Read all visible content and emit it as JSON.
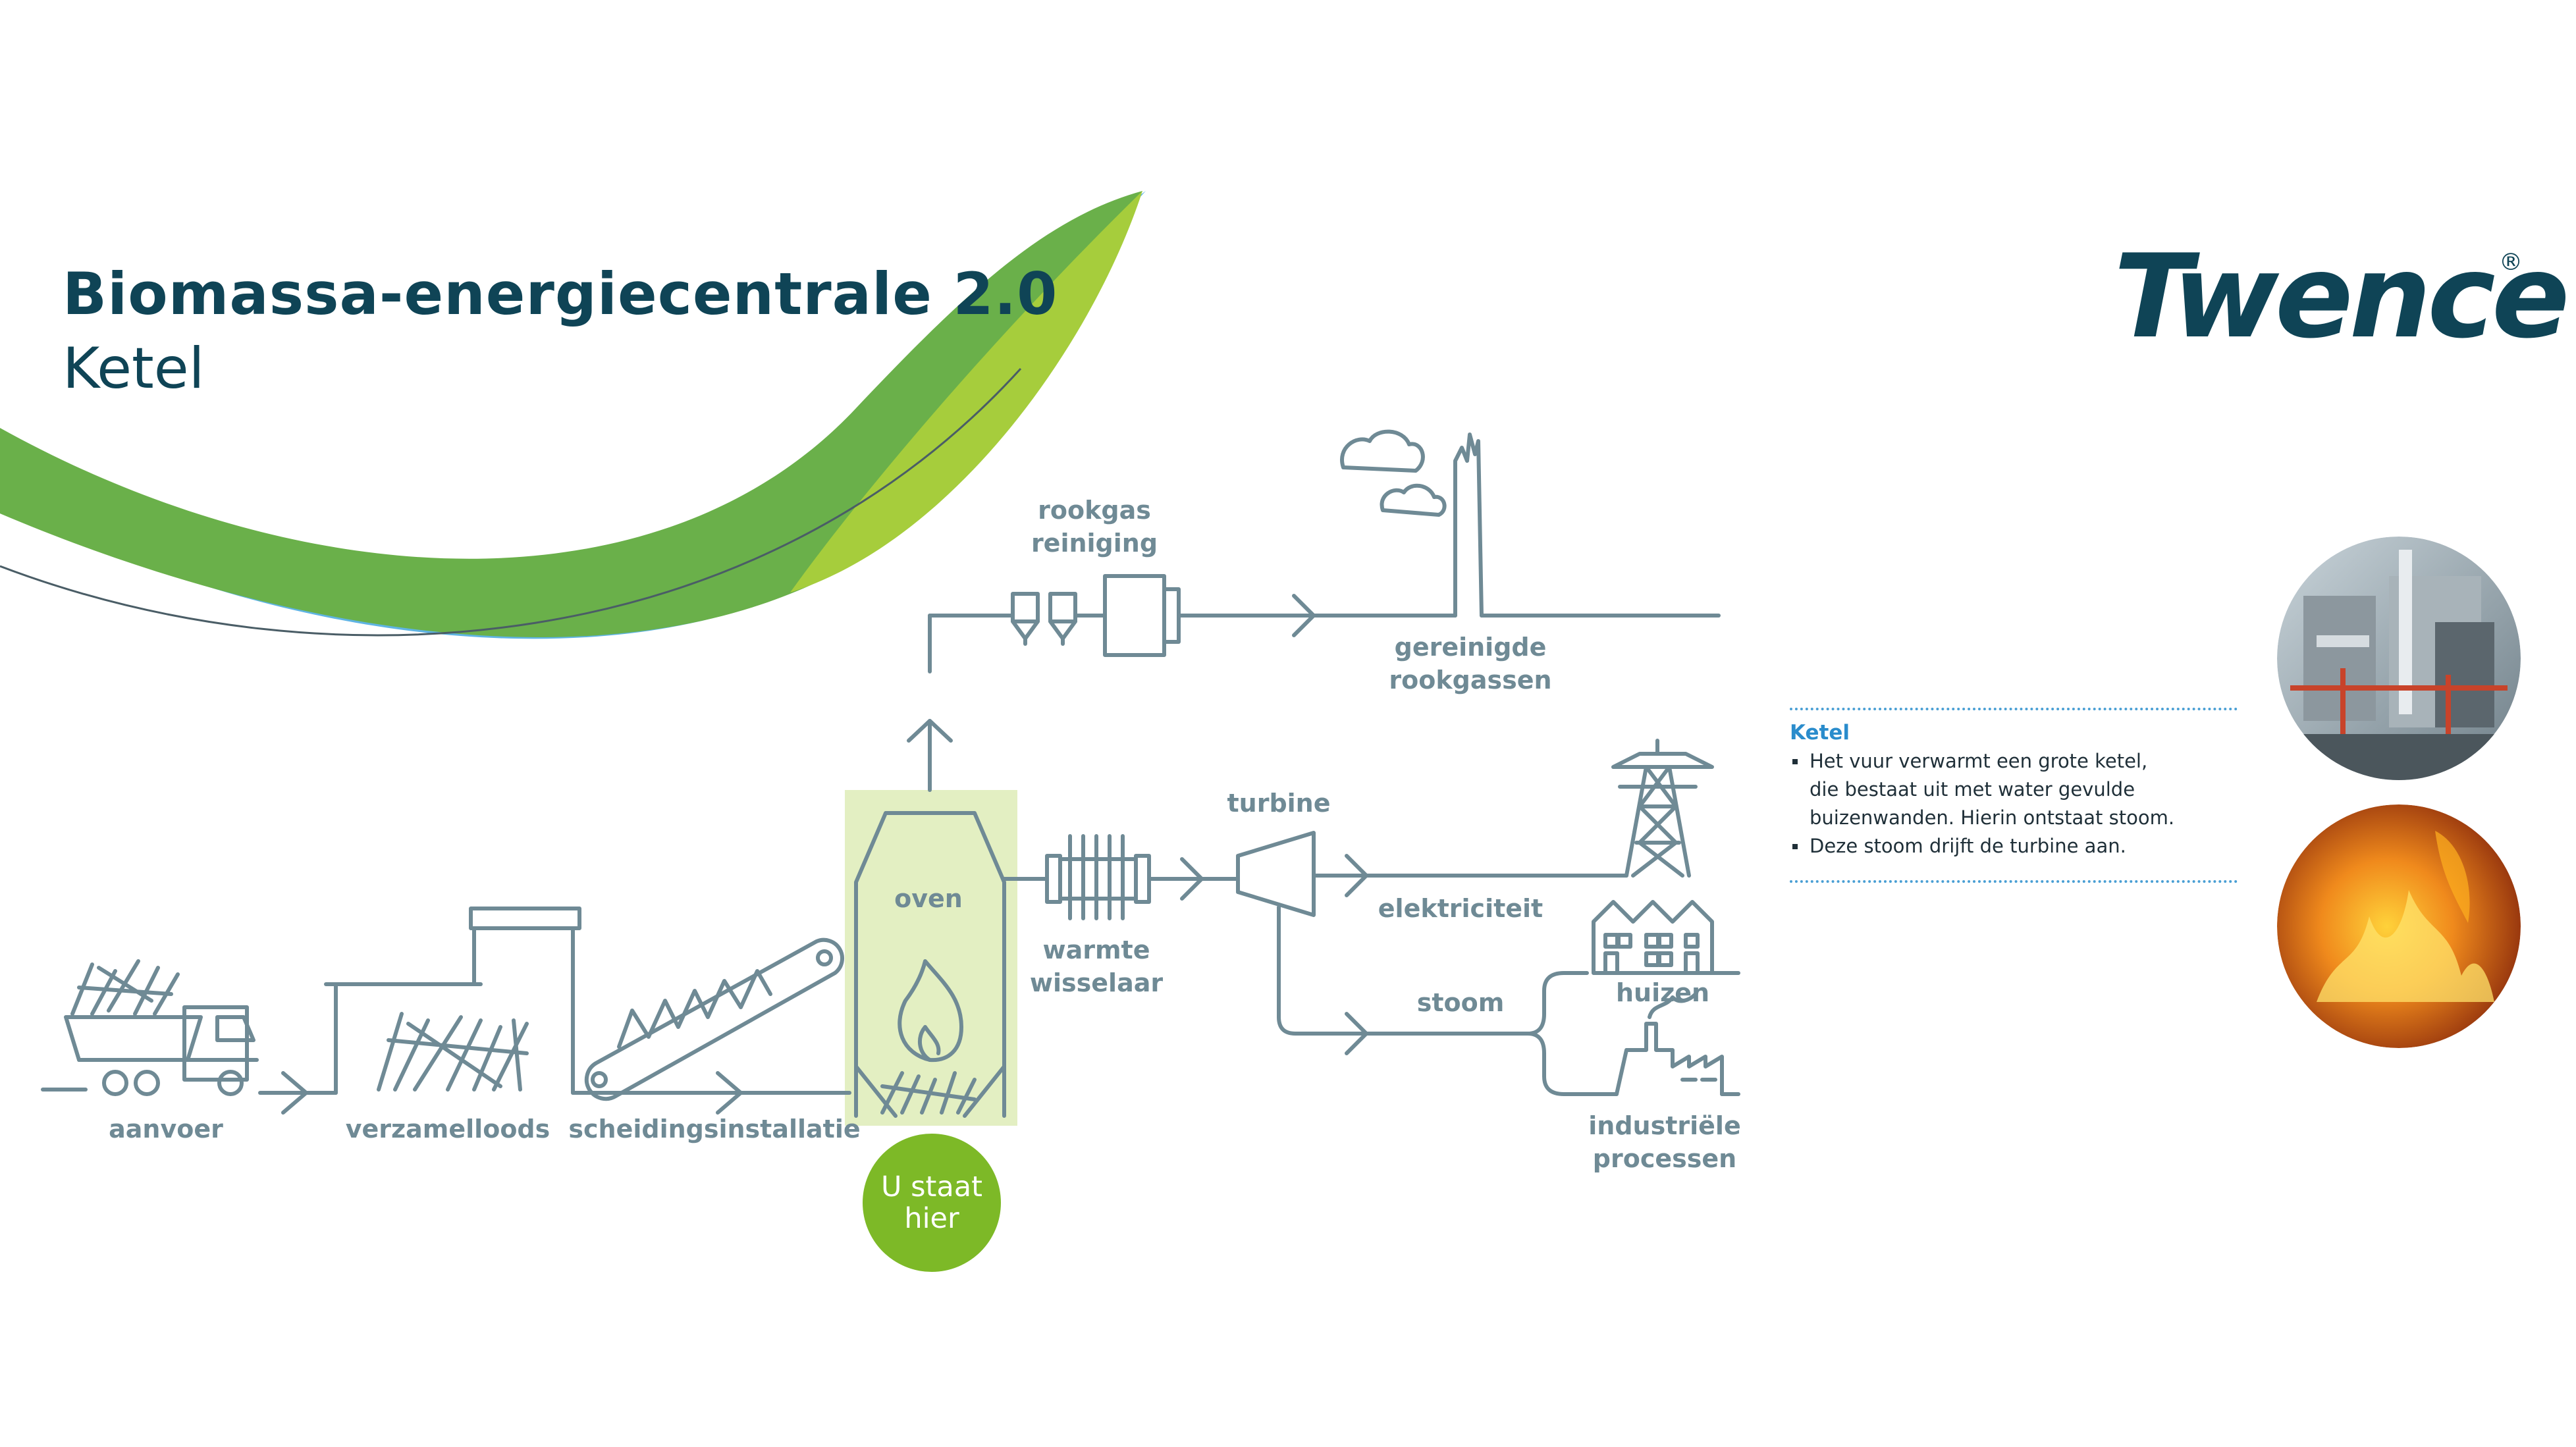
{
  "header": {
    "title": "Biomassa-energiecentrale 2.0",
    "subtitle": "Ketel"
  },
  "brand": {
    "logo_text": "Twence",
    "registered_mark": "®",
    "colors": {
      "navy": "#0f4456",
      "green": "#7db927",
      "lime": "#a6cd3c",
      "blue": "#5fb4e3",
      "line": "#6f8a95"
    }
  },
  "diagram": {
    "labels": {
      "aanvoer": "aanvoer",
      "verzamelloods": "verzamelloods",
      "scheidingsinstallatie": "scheidingsinstallatie",
      "oven": "oven",
      "rookgas": [
        "rookgas",
        "reiniging"
      ],
      "gereinigde": [
        "gereinigde",
        "rookgassen"
      ],
      "warmte": [
        "warmte",
        "wisselaar"
      ],
      "turbine": "turbine",
      "elektriciteit": "elektriciteit",
      "stoom": "stoom",
      "huizen": "huizen",
      "industriele": [
        "industriële",
        "processen"
      ]
    },
    "here_badge": [
      "U staat",
      "hier"
    ]
  },
  "info": {
    "heading": "Ketel",
    "bullets": [
      [
        "Het vuur verwarmt een grote ketel,",
        "die bestaat uit met water gevulde",
        "buizenwanden. Hierin ontstaat stoom."
      ],
      [
        "Deze stoom drijft de turbine aan."
      ]
    ]
  }
}
